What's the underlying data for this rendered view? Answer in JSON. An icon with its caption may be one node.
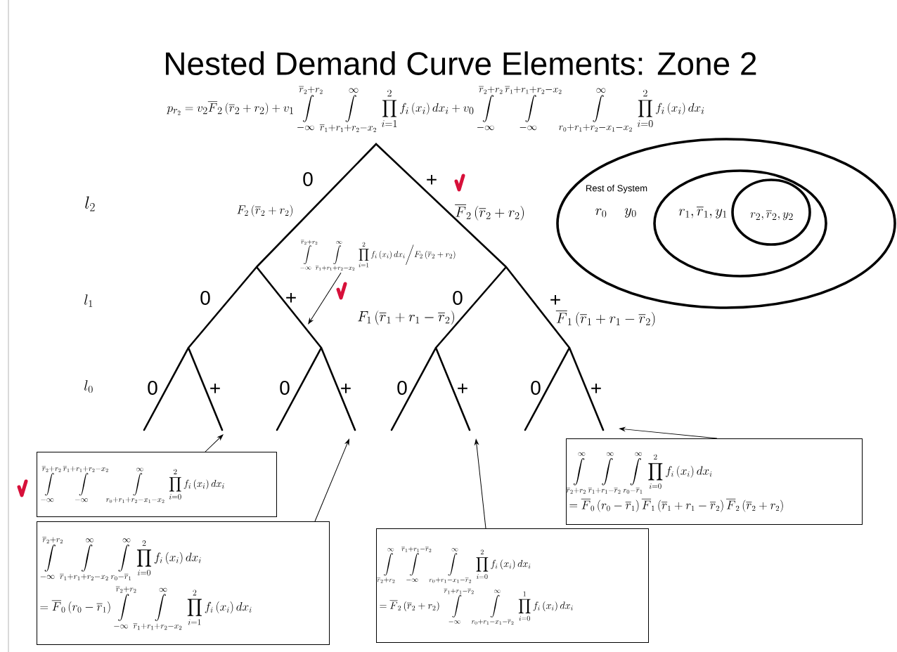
{
  "diagram": {
    "title": "Nested Demand Curve Elements: Zone 2",
    "nodes": [
      {
        "text": [
          "Rest of System",
          "r_0",
          "y_0"
        ]
      },
      {
        "text": [
          "r_1, \\overline{r}_1, y_1"
        ],
        "in": 0
      },
      {
        "text": [
          "r_2, \\overline{r}_2, y_2"
        ],
        "in": 1
      },
      {
        "text": [
          "\\int\\limits_{-\\infty}^{\\overline{r}_2+r_2} \\int\\limits_{\\overline{r}_1+r_1+r_2-x_2}^{\\infty} \\prod_{i=1}^{2} f_i\\left(x_i\\right) dx_i \\bigg/ F_2\\left(\\overline{r}_2+r_2\\right)"
        ]
      },
      {
        "text": [
          "\\int\\limits_{-\\infty}^{\\overline{r}_2+r_2} \\int\\limits_{-\\infty}^{\\overline{r}_1+r_1+r_2-x_2} \\int\\limits_{r_0+r_1+r_2-x_1-x_2}^{\\infty} \\prod_{i=0}^{2} f_i\\left(x_i\\right) dx_i"
        ]
      },
      {
        "text": [
          "\\int\\limits_{\\overline{r}_2+r_2}^{\\infty} \\int\\limits_{\\overline{r}_1+r_1-\\overline{r}_2}^{\\infty} \\int\\limits_{r_0-\\overline{r}_1}^{\\infty} \\prod_{i=0}^{2} f_i\\left(x_i\\right) dx_i",
          "= \\overline{F}_0\\left(r_0-\\overline{r}_1\\right) \\overline{F}_1\\left(\\overline{r}_1+r_1-\\overline{r}_2\\right) \\overline{F}_2\\left(\\overline{r}_2+r_2\\right)"
        ]
      },
      {
        "text": [
          "\\int\\limits_{-\\infty}^{\\overline{r}_2+r_2} \\int\\limits_{\\overline{r}_1+r_1+r_2-x_2}^{\\infty} \\int\\limits_{r_0-\\overline{r}_1}^{\\infty} \\prod_{i=0}^{2} f_i\\left(x_i\\right) dx_i",
          "= \\overline{F}_0\\left(r_0-\\overline{r}_1\\right) \\int\\limits_{-\\infty}^{\\overline{r}_2+r_2} \\int\\limits_{\\overline{r}_1+r_1+r_2-x_2}^{\\infty} \\prod_{i=1}^{2} f_i\\left(x_i\\right) dx_i"
        ]
      },
      {
        "text": [
          "\\int\\limits_{\\overline{r}_2+r_2}^{\\infty} \\int\\limits_{-\\infty}^{\\overline{r}_1+r_1-\\overline{r}_2} \\int\\limits_{r_0+r_1-x_1-\\overline{r}_2}^{\\infty} \\prod_{i=0}^{2} f_i\\left(x_i\\right) dx_i",
          "= \\overline{F}_2\\left(\\overline{r}_2+r_2\\right) \\int\\limits_{-\\infty}^{\\overline{r}_1+r_1-\\overline{r}_2} \\int\\limits_{r_0+r_1-x_1-\\overline{r}_2}^{\\infty} \\prod_{i=0}^{1} f_i\\left(x_i\\right) dx_i"
        ]
      }
    ],
    "edges": [
      {
        "from": 3,
        "to": null,
        "arrow": "to"
      },
      {
        "from": 4,
        "to": null,
        "arrow": "to"
      },
      {
        "from": 5,
        "to": null,
        "arrow": "to"
      },
      {
        "from": 6,
        "to": null,
        "arrow": "to"
      },
      {
        "from": 7,
        "to": null,
        "arrow": "to"
      }
    ],
    "labels": [
      "p_{r_2} = v_2 \\overline{F}_2\\left(\\overline{r}_2+r_2\\right) + v_1 \\int\\limits_{-\\infty}^{\\overline{r}_2+r_2} \\int\\limits_{\\overline{r}_1+r_1+r_2-x_2}^{\\infty} \\prod_{i=1}^{2} f_i\\left(x_i\\right) dx_i + v_0 \\int\\limits_{-\\infty}^{\\overline{r}_2+r_2} \\int\\limits_{-\\infty}^{\\overline{r}_1+r_1+r_2-x_2} \\int\\limits_{r_0+r_1+r_2-x_1-x_2}^{\\infty} \\prod_{i=0}^{2} f_i\\left(x_i\\right) dx_i",
      "0",
      "+",
      "l_2",
      "F_2\\left(\\overline{r}_2+r_2\\right)",
      "\\overline{F}_2\\left(\\overline{r}_2+r_2\\right)",
      "l_1",
      "0",
      "+",
      "0",
      "F_1\\left(\\overline{r}_1+r_1-\\overline{r}_2\\right)",
      "+",
      "\\overline{F}_1\\left(\\overline{r}_1+r_1-\\overline{r}_2\\right)",
      "l_0",
      "0",
      "+",
      "0",
      "+",
      "0",
      "+",
      "0",
      "+"
    ]
  }
}
